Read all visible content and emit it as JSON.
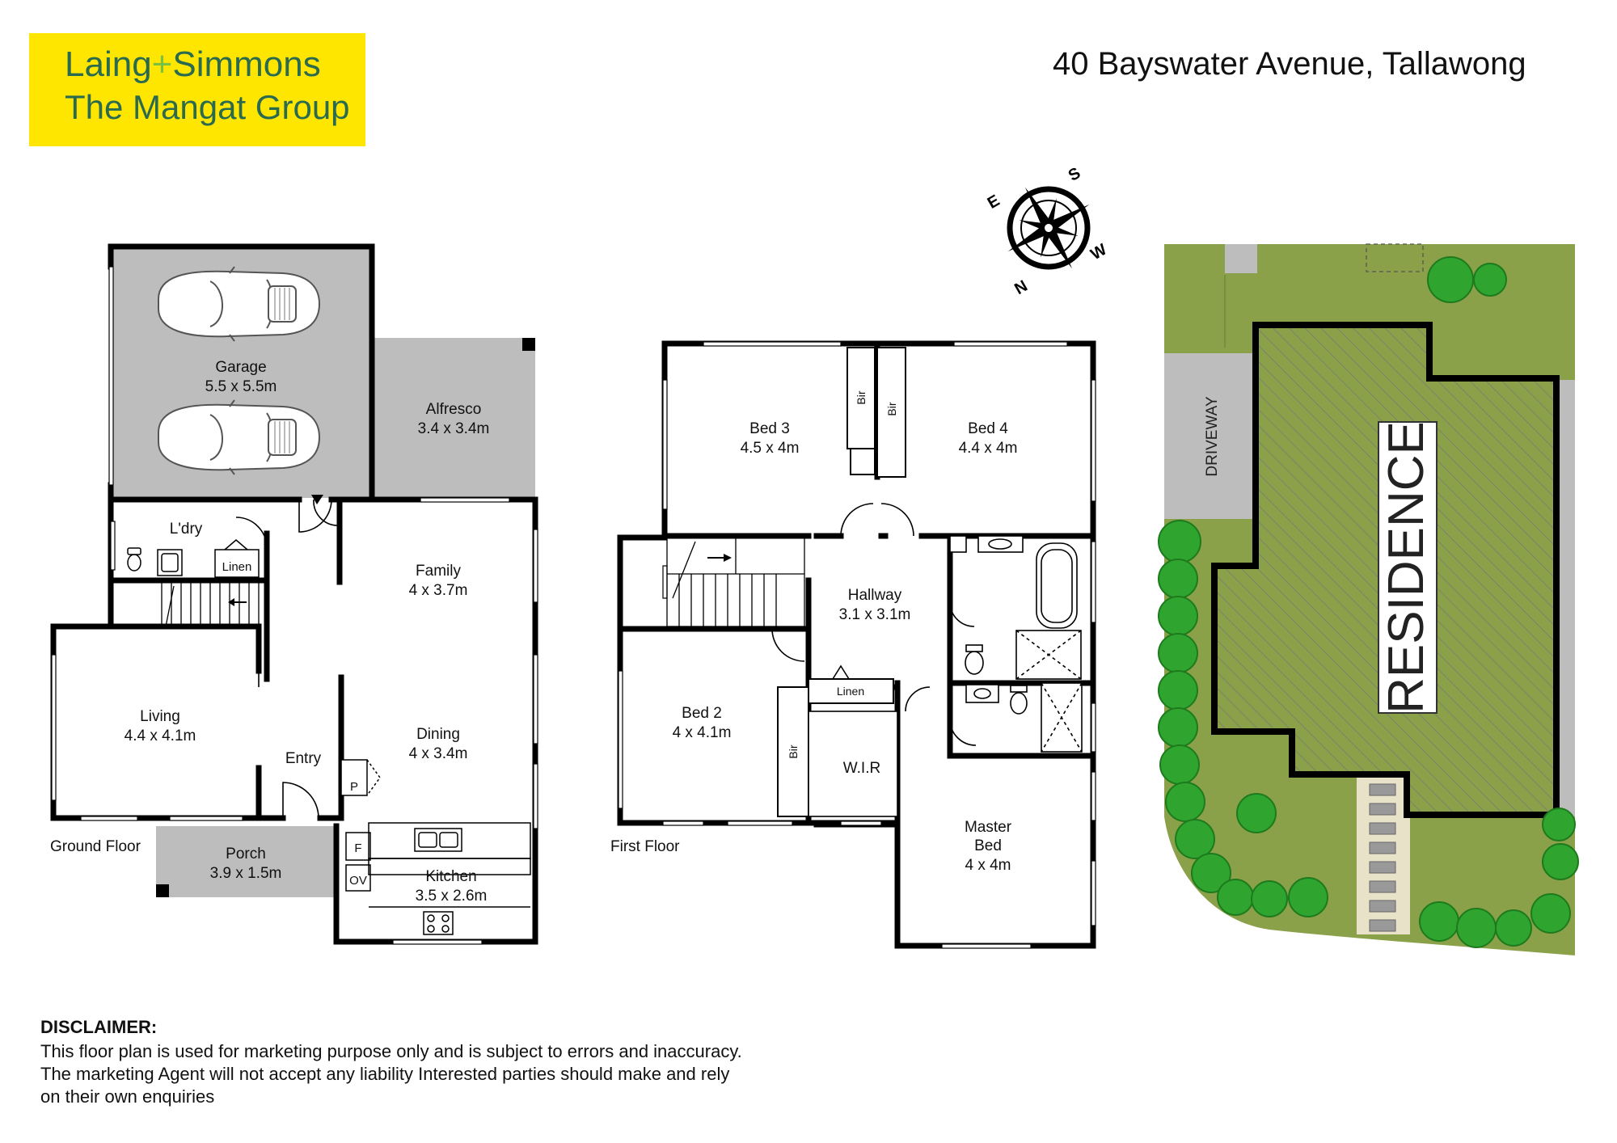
{
  "brand": {
    "line1_a": "Laing",
    "line1_sep": "+",
    "line1_b": "Simmons",
    "line2": "The Mangat Group",
    "bg_color": "#ffe600",
    "text_color": "#2a6a4f",
    "plus_color": "#7ac143"
  },
  "address": "40 Bayswater Avenue, Tallawong",
  "compass": {
    "icon": "compass-rose-icon",
    "N": "N",
    "S": "S",
    "E": "E",
    "W": "W"
  },
  "ground_floor": {
    "label": "Ground Floor",
    "rooms": [
      {
        "id": "garage",
        "name": "Garage",
        "dims": "5.5 x 5.5m"
      },
      {
        "id": "alfresco",
        "name": "Alfresco",
        "dims": "3.4 x 3.4m"
      },
      {
        "id": "laundry",
        "name": "L'dry",
        "dims": ""
      },
      {
        "id": "family",
        "name": "Family",
        "dims": "4 x 3.7m"
      },
      {
        "id": "living",
        "name": "Living",
        "dims": "4.4 x 4.1m"
      },
      {
        "id": "dining",
        "name": "Dining",
        "dims": "4 x 3.4m"
      },
      {
        "id": "entry",
        "name": "Entry",
        "dims": ""
      },
      {
        "id": "porch",
        "name": "Porch",
        "dims": "3.9 x 1.5m"
      },
      {
        "id": "kitchen",
        "name": "Kitchen",
        "dims": "3.5 x 2.6m"
      }
    ],
    "fixtures": {
      "linen": "Linen",
      "pantry": "P",
      "fridge": "F",
      "oven": "OV"
    }
  },
  "first_floor": {
    "label": "First Floor",
    "rooms": [
      {
        "id": "bed3",
        "name": "Bed 3",
        "dims": "4.5 x 4m"
      },
      {
        "id": "bed4",
        "name": "Bed 4",
        "dims": "4.4 x 4m"
      },
      {
        "id": "hallway",
        "name": "Hallway",
        "dims": "3.1 x 3.1m"
      },
      {
        "id": "bed2",
        "name": "Bed 2",
        "dims": "4 x 4.1m"
      },
      {
        "id": "wir",
        "name": "W.I.R",
        "dims": ""
      },
      {
        "id": "master_a",
        "name": "Master",
        "dims": ""
      },
      {
        "id": "master_b",
        "name": "Bed",
        "dims": "4 x 4m"
      }
    ],
    "fixtures": {
      "bir": "Bir",
      "linen": "Linen"
    }
  },
  "site_plan": {
    "residence": "RESIDENCE",
    "driveway": "DRIVEWAY",
    "lawn_color": "#8aa14a",
    "shrub_color": "#2fa52f"
  },
  "disclaimer": {
    "heading": "DISCLAIMER:",
    "text": "This floor plan is used for marketing purpose only and is subject to errors and inaccuracy. The marketing Agent will not accept any liability Interested parties should make and rely on their own enquiries"
  }
}
